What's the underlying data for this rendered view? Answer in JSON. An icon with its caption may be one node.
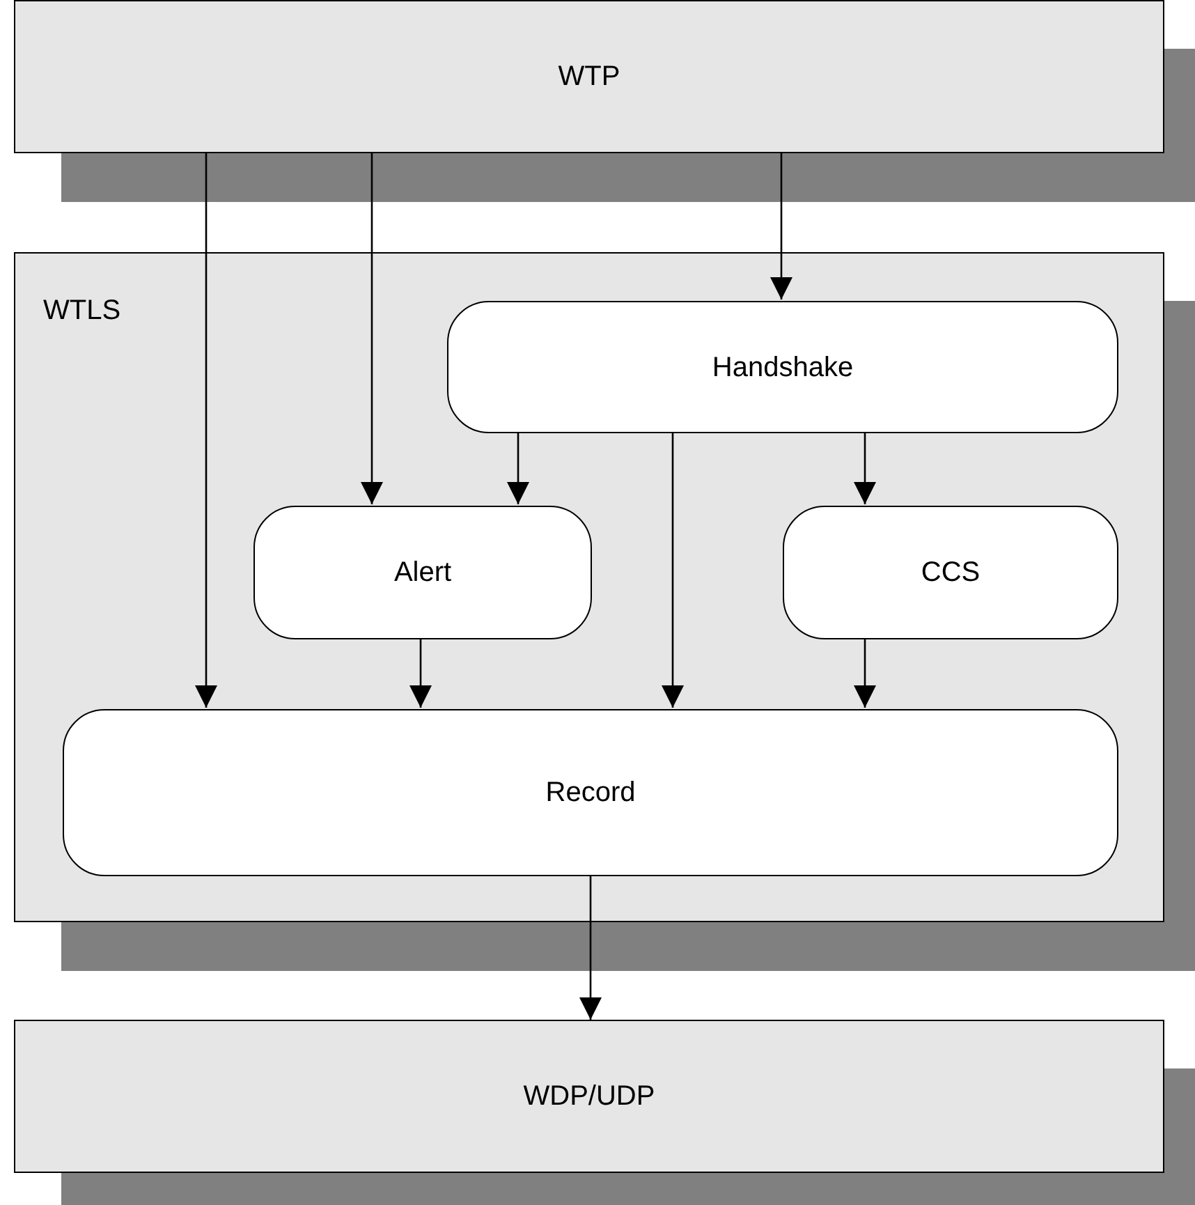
{
  "diagram": {
    "nodes": [
      {
        "text": [
          "WTP"
        ]
      },
      {
        "text": [
          "WTLS"
        ]
      },
      {
        "text": [
          "Handshake"
        ],
        "in": 1
      },
      {
        "text": [
          "Alert"
        ],
        "in": 1
      },
      {
        "text": [
          "CCS"
        ],
        "in": 1
      },
      {
        "text": [
          "Record"
        ],
        "in": 1
      },
      {
        "text": [
          "WDP/UDP"
        ]
      }
    ],
    "edges": [
      {
        "from": 0,
        "to": 5,
        "arrow": "to"
      },
      {
        "from": 0,
        "to": 3,
        "arrow": "to"
      },
      {
        "from": 0,
        "to": 2,
        "arrow": "to"
      },
      {
        "from": 2,
        "to": 3,
        "arrow": "to"
      },
      {
        "from": 2,
        "to": 5,
        "arrow": "to"
      },
      {
        "from": 2,
        "to": 4,
        "arrow": "to"
      },
      {
        "from": 3,
        "to": 5,
        "arrow": "to"
      },
      {
        "from": 4,
        "to": 5,
        "arrow": "to"
      },
      {
        "from": 5,
        "to": 6,
        "arrow": "to"
      }
    ]
  }
}
